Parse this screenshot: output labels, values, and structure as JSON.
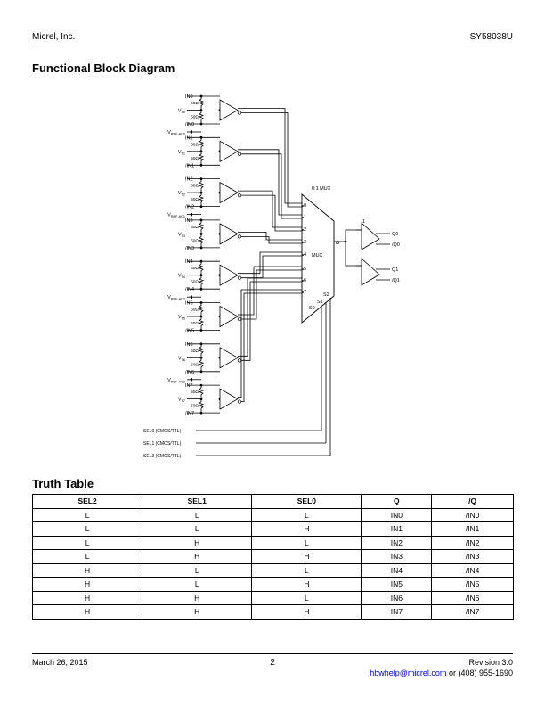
{
  "header": {
    "company": "Micrel, Inc.",
    "part": "SY58038U"
  },
  "section_block": "Functional Block Diagram",
  "section_truth": "Truth Table",
  "diagram": {
    "channels": [
      {
        "in": "IN0",
        "vt": "V",
        "vt_sub": "T0",
        "nin": "/IN0",
        "res": "50Ω",
        "vref": "V",
        "vref_sub": "REF-AC0"
      },
      {
        "in": "IN1",
        "vt": "V",
        "vt_sub": "T1",
        "nin": "/IN1",
        "res": "50Ω"
      },
      {
        "in": "IN2",
        "vt": "V",
        "vt_sub": "T2",
        "nin": "/IN2",
        "res": "50Ω",
        "vref": "V",
        "vref_sub": "REF-AC1"
      },
      {
        "in": "IN3",
        "vt": "V",
        "vt_sub": "T3",
        "nin": "/IN3",
        "res": "50Ω"
      },
      {
        "in": "IN4",
        "vt": "V",
        "vt_sub": "T4",
        "nin": "/IN4",
        "res": "50Ω",
        "vref": "V",
        "vref_sub": "REF-AC2"
      },
      {
        "in": "IN5",
        "vt": "V",
        "vt_sub": "T5",
        "nin": "/IN5",
        "res": "50Ω"
      },
      {
        "in": "IN6",
        "vt": "V",
        "vt_sub": "T6",
        "nin": "/IN6",
        "res": "50Ω",
        "vref": "V",
        "vref_sub": "REF-AC3"
      },
      {
        "in": "IN7",
        "vt": "V",
        "vt_sub": "T7",
        "nin": "/IN7",
        "res": "50Ω"
      }
    ],
    "mux_title": "8:1 MUX",
    "mux_label": "MUX",
    "mux_inputs": [
      "0",
      "1",
      "2",
      "3",
      "4",
      "5",
      "6",
      "7"
    ],
    "sel_pins": [
      "S0",
      "S1",
      "S2"
    ],
    "fanout_title": "1:2 FANOUT",
    "outputs": [
      "Q0",
      "/Q0",
      "Q1",
      "/Q1"
    ],
    "sel_inputs": [
      "SEL0 (CMOS/TTL)",
      "SEL1 (CMOS/TTL)",
      "SEL3 (CMOS/TTL)"
    ]
  },
  "truth_table": {
    "headers": [
      "SEL2",
      "SEL1",
      "SEL0",
      "Q",
      "/Q"
    ],
    "rows": [
      [
        "L",
        "L",
        "L",
        "IN0",
        "/IN0"
      ],
      [
        "L",
        "L",
        "H",
        "IN1",
        "/IN1"
      ],
      [
        "L",
        "H",
        "L",
        "IN2",
        "/IN2"
      ],
      [
        "L",
        "H",
        "H",
        "IN3",
        "/IN3"
      ],
      [
        "H",
        "L",
        "L",
        "IN4",
        "/IN4"
      ],
      [
        "H",
        "L",
        "H",
        "IN5",
        "/IN5"
      ],
      [
        "H",
        "H",
        "L",
        "IN6",
        "/IN6"
      ],
      [
        "H",
        "H",
        "H",
        "IN7",
        "/IN7"
      ]
    ]
  },
  "footer": {
    "date": "March 26, 2015",
    "page": "2",
    "revision": "Revision 3.0",
    "email": "hbwhelp@micrel.com",
    "phone": " or (408) 955-1690"
  }
}
